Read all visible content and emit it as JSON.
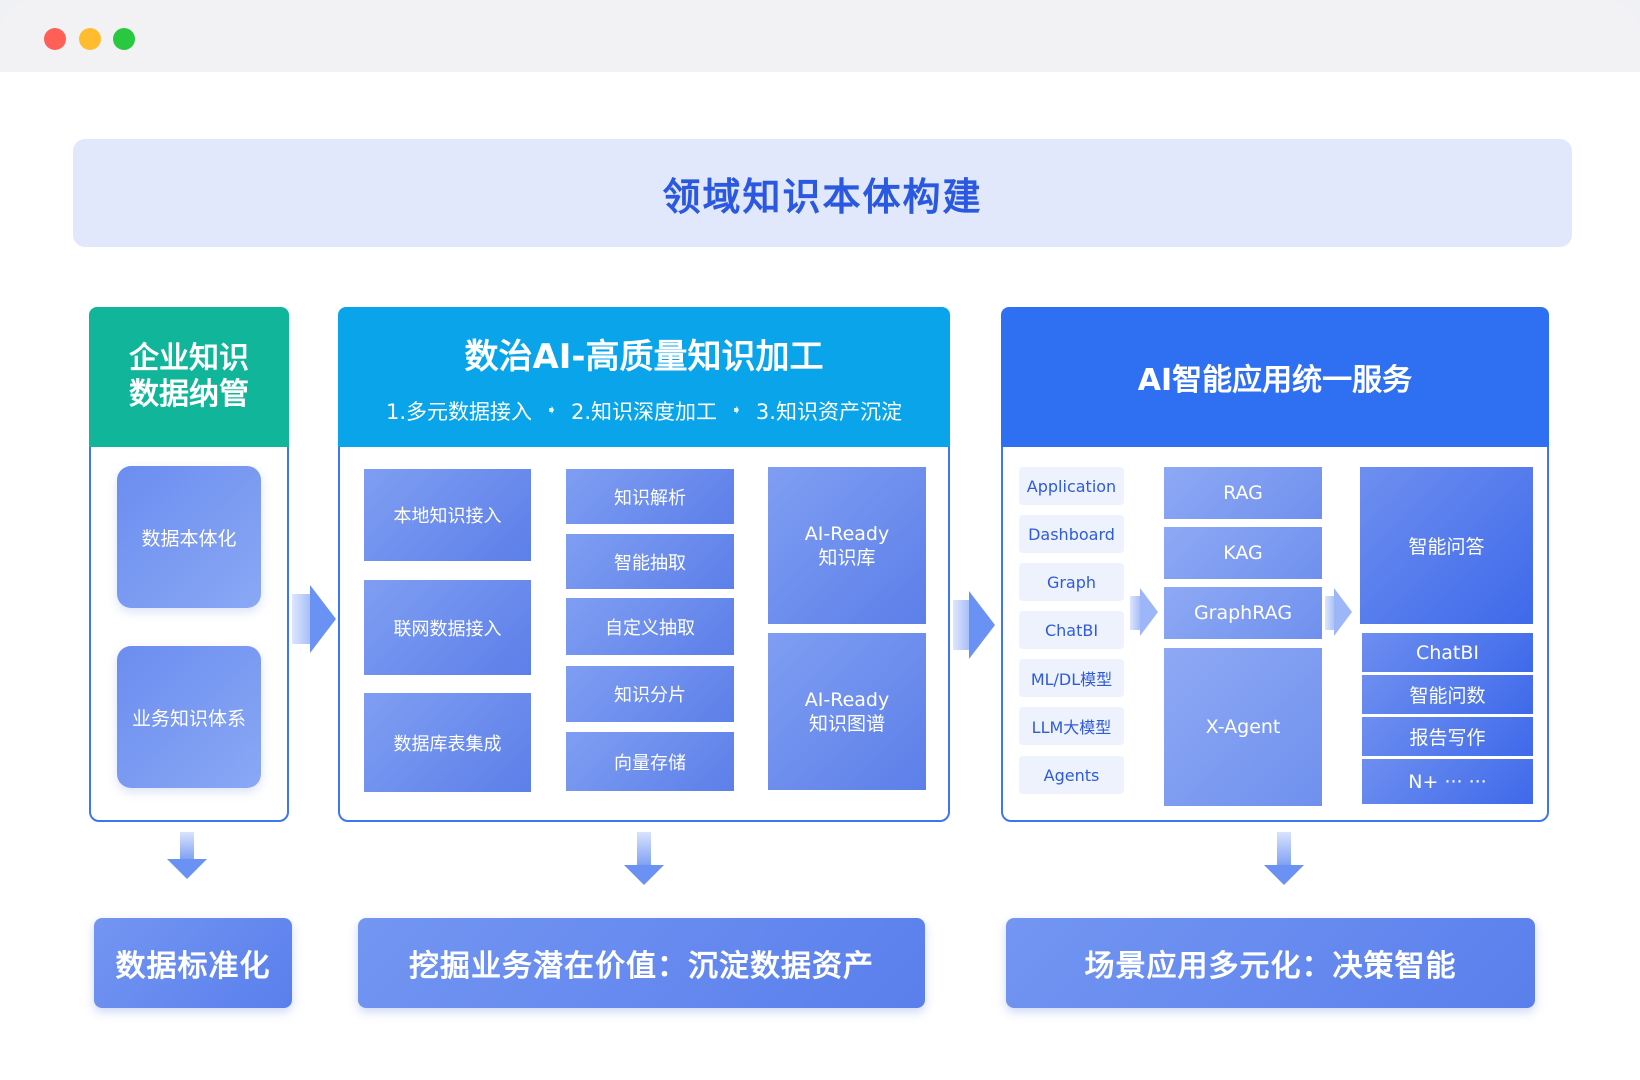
{
  "banner": {
    "title": "领域知识本体构建"
  },
  "panel_manage": {
    "title_line1": "企业知识",
    "title_line2": "数据纳管",
    "items": [
      "数据本体化",
      "业务知识体系"
    ]
  },
  "panel_process": {
    "title": "数治AI-高质量知识加工",
    "steps": [
      "1.多元数据接入",
      "2.知识深度加工",
      "3.知识资产沉淀"
    ],
    "inputs": [
      "本地知识接入",
      "联网数据接入",
      "数据库表集成"
    ],
    "processing": [
      "知识解析",
      "智能抽取",
      "自定义抽取",
      "知识分片",
      "向量存储"
    ],
    "outputs": [
      {
        "line1": "AI-Ready",
        "line2": "知识库"
      },
      {
        "line1": "AI-Ready",
        "line2": "知识图谱"
      }
    ]
  },
  "panel_service": {
    "title": "AI智能应用统一服务",
    "apps": [
      "Application",
      "Dashboard",
      "Graph",
      "ChatBI",
      "ML/DL模型",
      "LLM大模型",
      "Agents"
    ],
    "engines": [
      "RAG",
      "KAG",
      "GraphRAG",
      "X-Agent"
    ],
    "scenarios_main": "智能问答",
    "scenarios": [
      "ChatBI",
      "智能问数",
      "报告写作",
      "N+ ··· ···"
    ]
  },
  "outcomes": [
    "数据标准化",
    "挖掘业务潜在价值：沉淀数据资产",
    "场景应用多元化：决策智能"
  ],
  "colors": {
    "accent_blue": "#3d76f0",
    "teal": "#10b59a",
    "cyan": "#0aa4ea",
    "blue": "#2f70f3",
    "banner_bg": "#e2e8fb"
  }
}
